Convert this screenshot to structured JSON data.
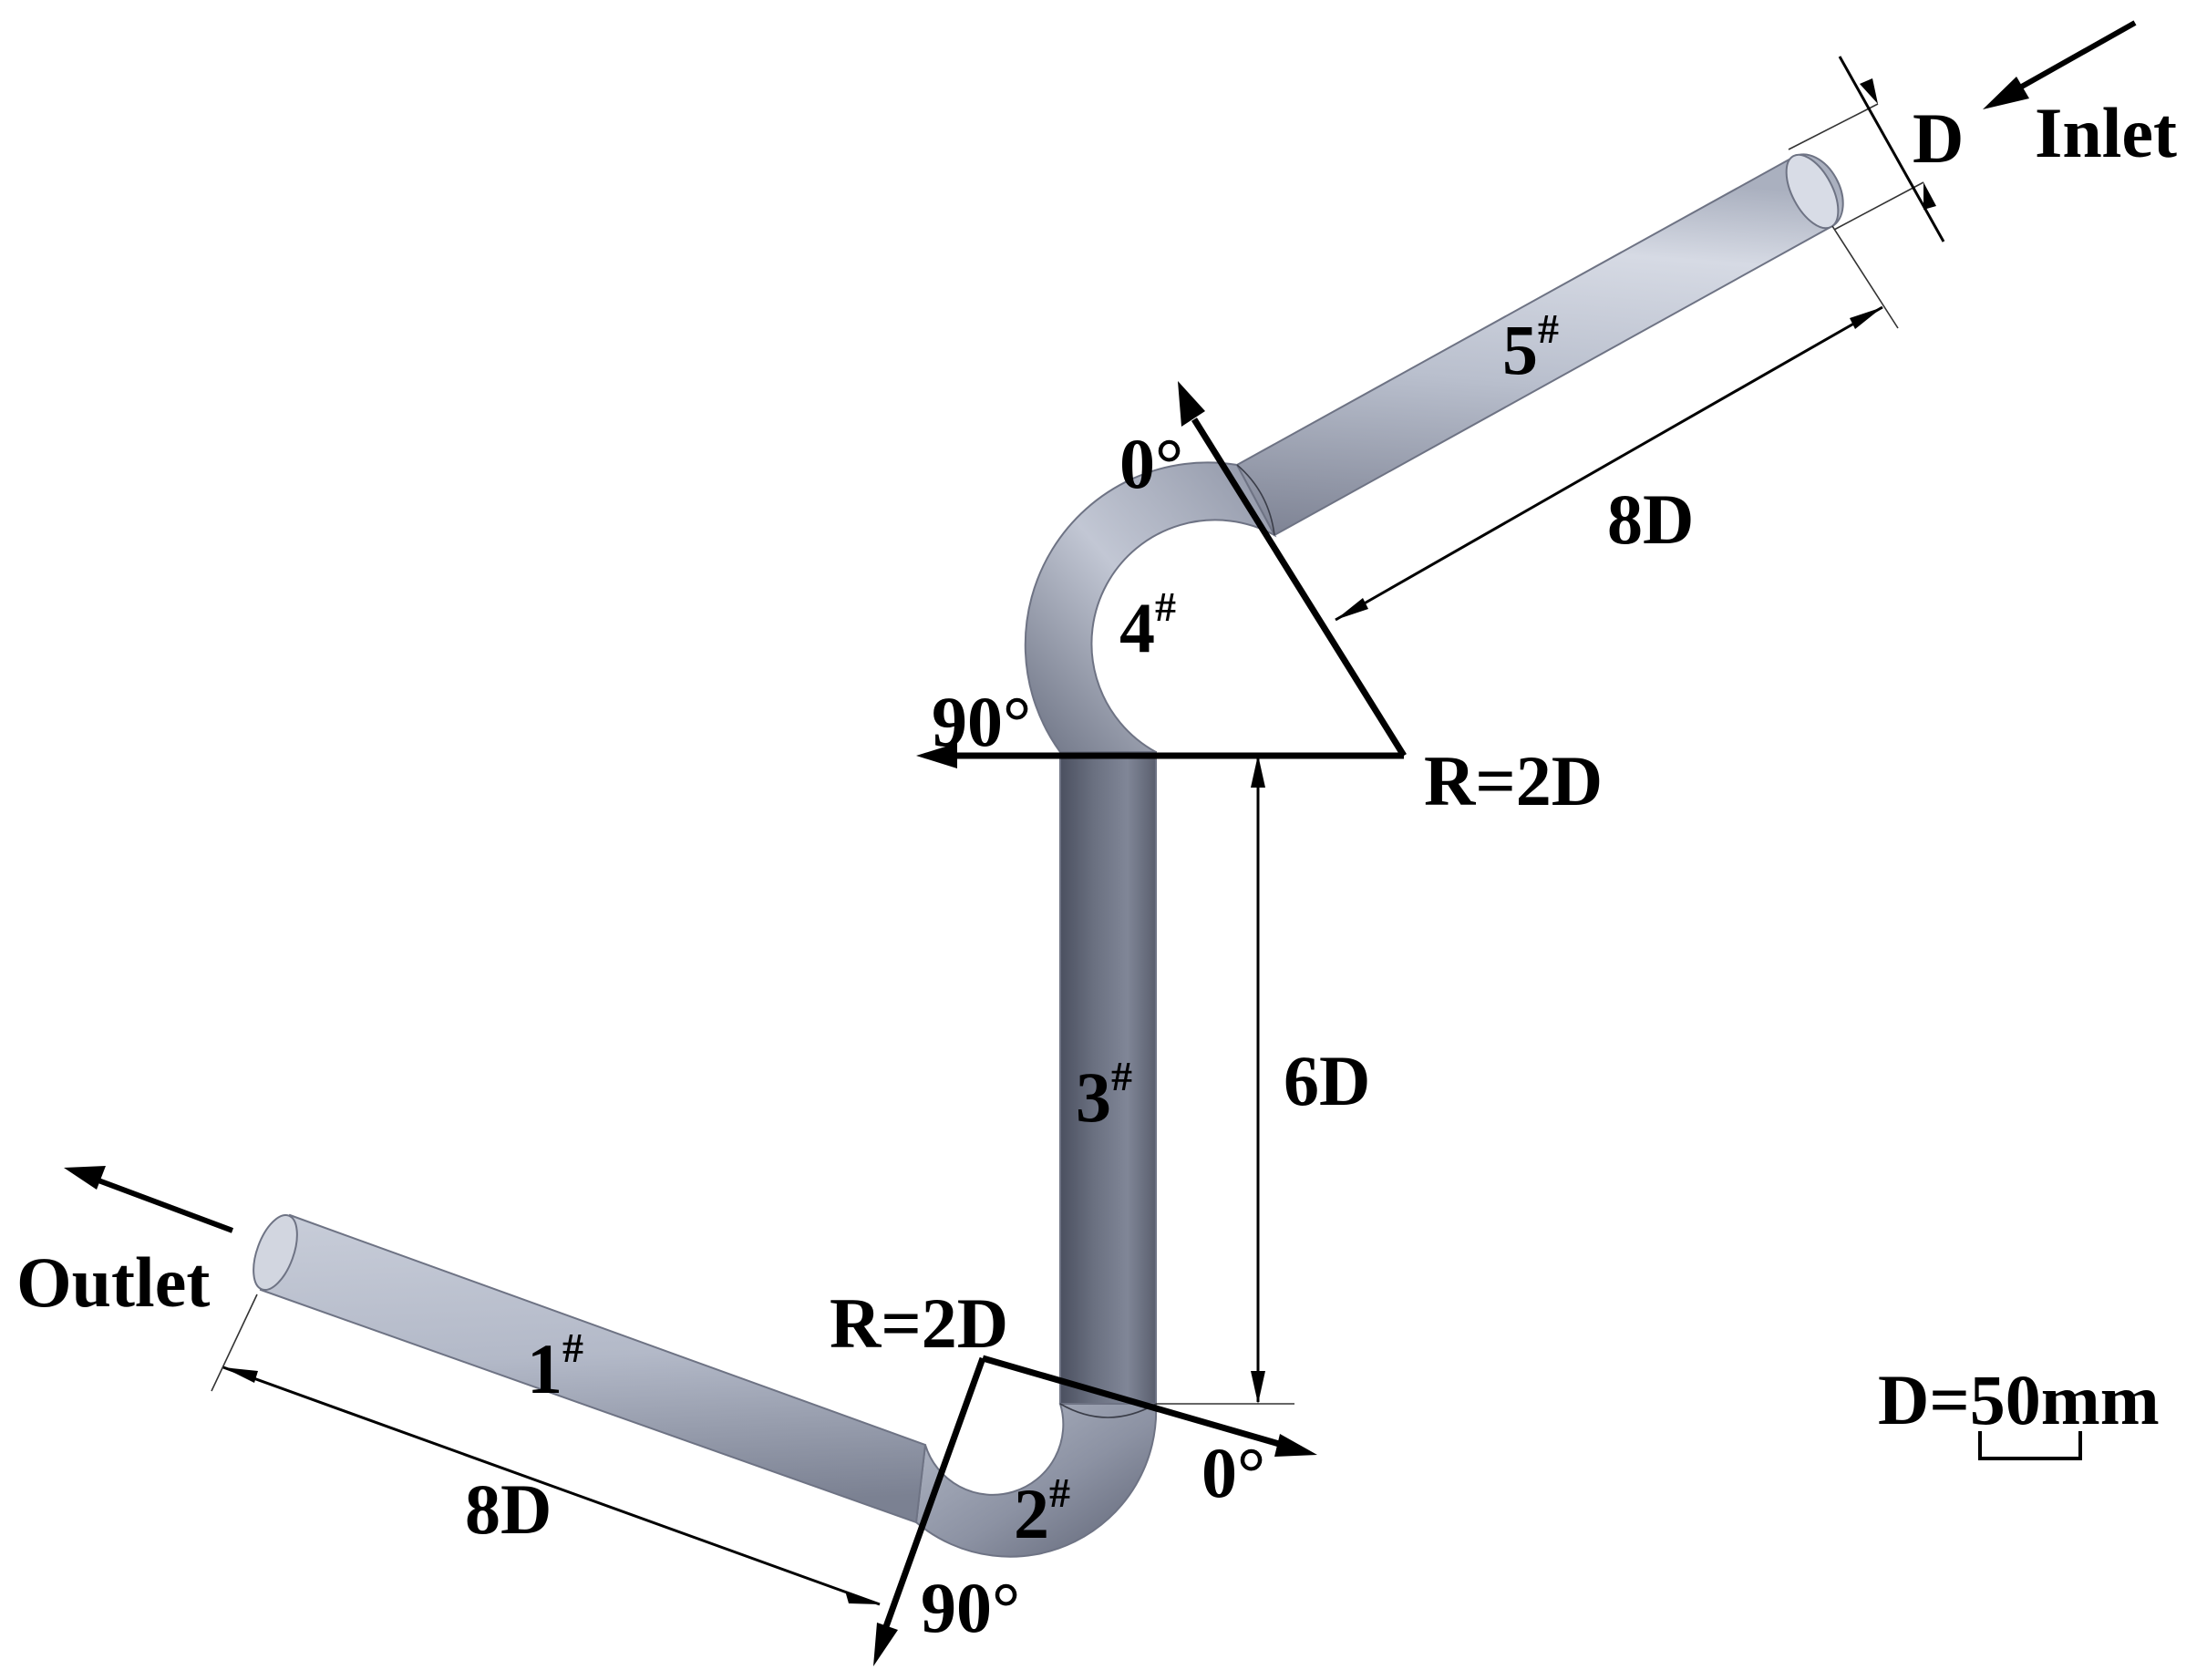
{
  "labels": {
    "inlet": "Inlet",
    "outlet": "Outlet",
    "diameter": "D",
    "scale": "D=50mm",
    "radius_upper": "R=2D",
    "radius_lower": "R=2D",
    "length_inlet": "8D",
    "length_outlet": "8D",
    "length_vertical": "6D",
    "angle_upper_start": "0°",
    "angle_upper_end": "90°",
    "angle_lower_start": "0°",
    "angle_lower_end": "90°"
  },
  "segments": [
    {
      "number": "1",
      "mark": "#"
    },
    {
      "number": "2",
      "mark": "#"
    },
    {
      "number": "3",
      "mark": "#"
    },
    {
      "number": "4",
      "mark": "#"
    },
    {
      "number": "5",
      "mark": "#"
    }
  ],
  "colors": {
    "pipe_light": "#c9cedb",
    "pipe_mid": "#9aa0b1",
    "pipe_dark": "#5a5f70",
    "line": "#000000",
    "background": "#ffffff"
  }
}
